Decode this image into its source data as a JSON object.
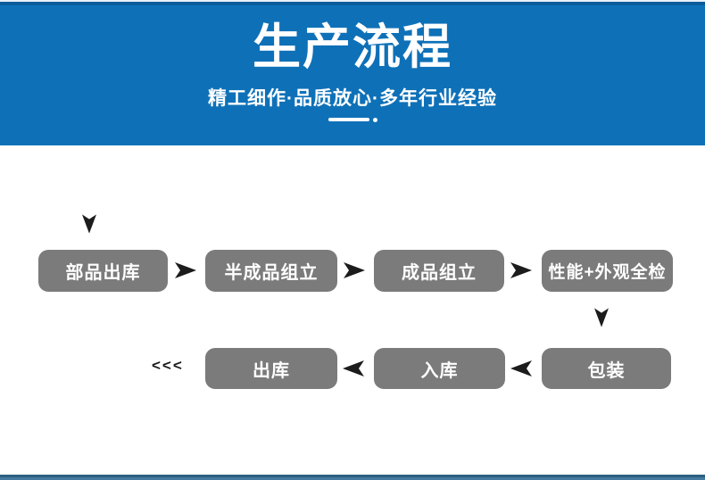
{
  "header": {
    "title": "生产流程",
    "subtitle": "精工细作·品质放心·多年行业经验"
  },
  "flow": {
    "row1": [
      "部品出库",
      "半成品组立",
      "成品组立",
      "性能+外观全检"
    ],
    "row2": [
      "出库",
      "入库",
      "包装"
    ],
    "continuation_marker": "<<<"
  },
  "colors": {
    "banner_blue": "#0e71b8",
    "banner_top_strip_blue": "#0a5c9b",
    "step_box_gray": "#7b7b7b",
    "arrow_black": "#1c1c1c",
    "text_white": "#ffffff",
    "bottom_strip_dark": "#2d5f7f",
    "bottom_strip_light": "#4679a0"
  }
}
